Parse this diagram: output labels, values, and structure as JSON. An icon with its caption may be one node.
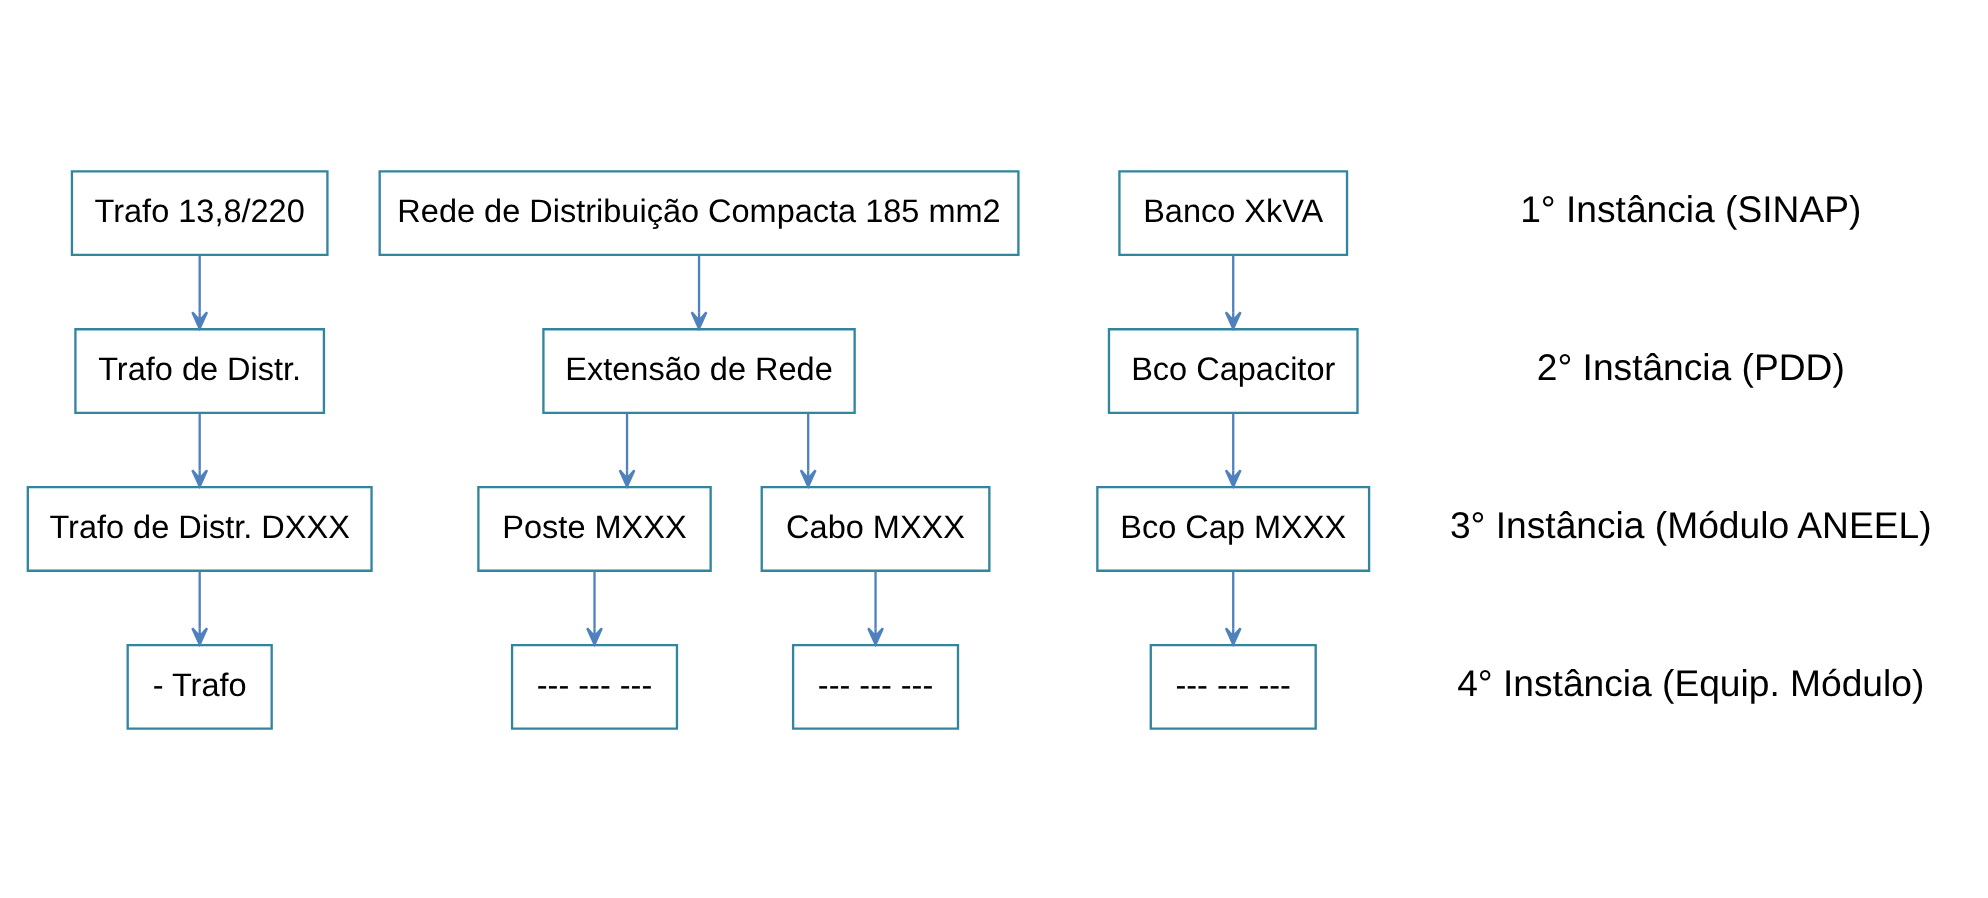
{
  "diagram": {
    "nodes": [
      {
        "text": [
          "Trafo 13,8/220"
        ]
      },
      {
        "text": [
          "Rede de Distribuição Compacta 185 mm2"
        ]
      },
      {
        "text": [
          "Banco XkVA"
        ]
      },
      {
        "text": [
          "Trafo de Distr."
        ]
      },
      {
        "text": [
          "Extensão de Rede"
        ]
      },
      {
        "text": [
          "Bco Capacitor"
        ]
      },
      {
        "text": [
          "Trafo de Distr. DXXX"
        ]
      },
      {
        "text": [
          "Poste MXXX"
        ]
      },
      {
        "text": [
          "Cabo MXXX"
        ]
      },
      {
        "text": [
          "Bco Cap MXXX"
        ]
      },
      {
        "text": [
          "- Trafo"
        ]
      },
      {
        "text": [
          "--- --- ---"
        ]
      },
      {
        "text": [
          "--- --- ---"
        ]
      },
      {
        "text": [
          "--- --- ---"
        ]
      }
    ],
    "edges": [
      {
        "from": 0,
        "to": 3,
        "arrow": "to"
      },
      {
        "from": 3,
        "to": 6,
        "arrow": "to"
      },
      {
        "from": 6,
        "to": 10,
        "arrow": "to"
      },
      {
        "from": 1,
        "to": 4,
        "arrow": "to"
      },
      {
        "from": 4,
        "to": 7,
        "arrow": "to"
      },
      {
        "from": 4,
        "to": 8,
        "arrow": "to"
      },
      {
        "from": 7,
        "to": 11,
        "arrow": "to"
      },
      {
        "from": 8,
        "to": 12,
        "arrow": "to"
      },
      {
        "from": 2,
        "to": 5,
        "arrow": "to"
      },
      {
        "from": 5,
        "to": 9,
        "arrow": "to"
      },
      {
        "from": 9,
        "to": 13,
        "arrow": "to"
      }
    ],
    "labels": [
      "1° Instância (SINAP)",
      "2° Instância (PDD)",
      "3° Instância (Módulo ANEEL)",
      "4° Instância (Equip. Módulo)"
    ]
  }
}
